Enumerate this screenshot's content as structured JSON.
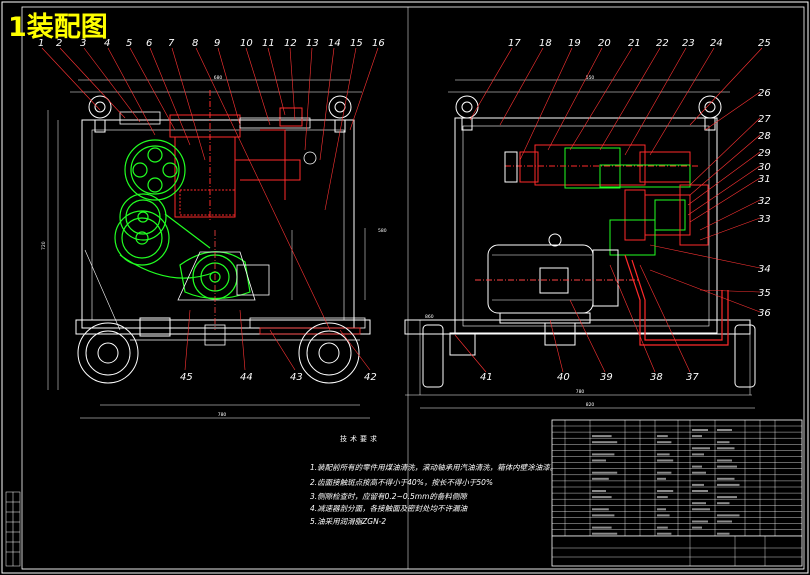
{
  "title": "1装配图",
  "colors": {
    "background": "#000000",
    "frame": "#ffffff",
    "part_red": "#ff2a2a",
    "part_green": "#22ff22",
    "leader": "#ff3333",
    "dimension": "#ffffff",
    "number": "#ffffff",
    "title": "#ffff00",
    "table_line": "#ffffff",
    "centerline": "#ff4444"
  },
  "callouts": {
    "left_top": [
      "1",
      "2",
      "3",
      "4",
      "5",
      "6",
      "7",
      "8",
      "9",
      "10",
      "11",
      "12",
      "13",
      "14",
      "15",
      "16"
    ],
    "right_top": [
      "17",
      "18",
      "19",
      "20",
      "21",
      "22",
      "23",
      "24",
      "25"
    ],
    "right_side": [
      "26",
      "27",
      "28",
      "29",
      "30",
      "31",
      "32",
      "33",
      "34",
      "35",
      "36"
    ],
    "right_bottom": [
      "37",
      "38",
      "39",
      "40",
      "41"
    ],
    "left_bottom": [
      "42",
      "43",
      "44",
      "45"
    ]
  },
  "notes": {
    "heading": "技术要求",
    "items": [
      "1.装配前所有的零件用煤油清洗，滚动轴承用汽油清洗，箱体内壁涂油漆。",
      "2.齿面接触斑点按高不得小于40%，按长不得小于50%",
      "3.侧隙检查时，应留有0.2~0.5mm的备料侧隙",
      "4.减速器剖分面，各接触面及密封处均不许漏油",
      "5.油采用润滑脂ZGN-2"
    ]
  },
  "dimensions": {
    "left_view": [
      "680",
      "720",
      "780",
      "580"
    ],
    "right_view": [
      "550",
      "780",
      "820",
      "860"
    ]
  }
}
